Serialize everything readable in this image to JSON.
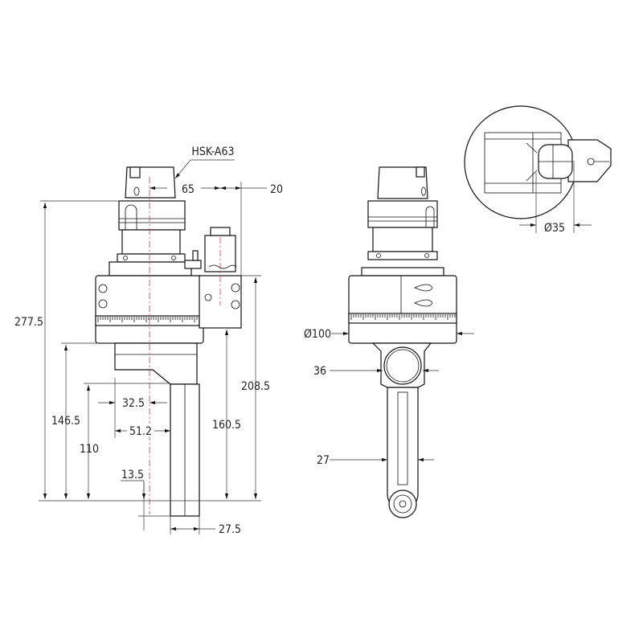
{
  "title_callout": "HSK-A63",
  "side_view": {
    "dims": {
      "overall_height": "277.5",
      "height_146": "146.5",
      "height_110": "110",
      "height_208": "208.5",
      "height_160": "160.5",
      "offset_65": "65",
      "offset_20": "20",
      "width_32": "32.5",
      "width_51": "51.2",
      "depth_13": "13.5",
      "arm_width": "27.5"
    }
  },
  "front_view": {
    "dims": {
      "body_diameter": "Ø100",
      "yoke_width": "36",
      "arm_width": "27"
    }
  },
  "detail_view": {
    "dims": {
      "ball_diameter": "Ø35"
    }
  },
  "colors": {
    "line": "#111111",
    "centerline": "#ee3333"
  }
}
